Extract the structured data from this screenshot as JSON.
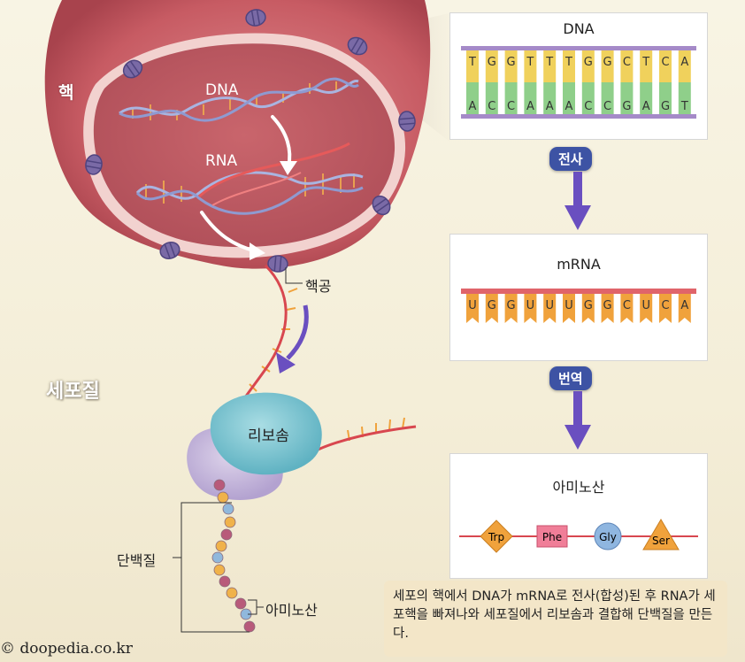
{
  "labels": {
    "nucleus": "핵",
    "dna": "DNA",
    "rna": "RNA",
    "nuclear_pore": "핵공",
    "cytoplasm": "세포질",
    "ribosome": "리보솜",
    "protein": "단백질",
    "amino_acid": "아미노산"
  },
  "dna_panel": {
    "title": "DNA",
    "top_bases": [
      "T",
      "G",
      "G",
      "T",
      "T",
      "T",
      "G",
      "G",
      "C",
      "T",
      "C",
      "A"
    ],
    "bottom_bases": [
      "A",
      "C",
      "C",
      "A",
      "A",
      "A",
      "C",
      "C",
      "G",
      "A",
      "G",
      "T"
    ]
  },
  "step1": "전사",
  "mrna_panel": {
    "title": "mRNA",
    "bases": [
      "U",
      "G",
      "G",
      "U",
      "U",
      "U",
      "G",
      "G",
      "C",
      "U",
      "C",
      "A"
    ]
  },
  "step2": "번역",
  "amino_panel": {
    "title": "아미노산",
    "acids": [
      "Trp",
      "Phe",
      "Gly",
      "Ser"
    ]
  },
  "caption": "세포의 핵에서 DNA가 mRNA로 전사(합성)된 후 RNA가 세포핵을 빠져나와 세포질에서 리보솜과 결합해 단백질을 만든다.",
  "copyright": "© doopedia.co.kr",
  "colors": {
    "nucleus": "#c9656c",
    "purple_line": "#a58ac8",
    "base_yellow": "#f0d15c",
    "base_green": "#8fcf8a",
    "mrna_red": "#e0646a",
    "mrna_orange": "#f0a23c",
    "arrow": "#6a4fc0",
    "badge": "#3d53a4"
  }
}
